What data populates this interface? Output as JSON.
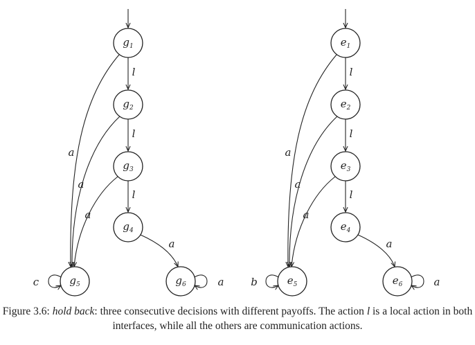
{
  "diagrams": [
    {
      "nodes": [
        {
          "id": "g1",
          "base": "g",
          "sub": "1"
        },
        {
          "id": "g2",
          "base": "g",
          "sub": "2"
        },
        {
          "id": "g3",
          "base": "g",
          "sub": "3"
        },
        {
          "id": "g4",
          "base": "g",
          "sub": "4"
        },
        {
          "id": "g5",
          "base": "g",
          "sub": "5"
        },
        {
          "id": "g6",
          "base": "g",
          "sub": "6"
        }
      ],
      "edges": [
        {
          "from": "g1",
          "to": "g2",
          "label": "l"
        },
        {
          "from": "g2",
          "to": "g3",
          "label": "l"
        },
        {
          "from": "g3",
          "to": "g4",
          "label": "l"
        },
        {
          "from": "g1",
          "to": "g5",
          "label": "a"
        },
        {
          "from": "g2",
          "to": "g5",
          "label": "a"
        },
        {
          "from": "g3",
          "to": "g5",
          "label": "a"
        },
        {
          "from": "g4",
          "to": "g6",
          "label": "a"
        },
        {
          "from": "g5",
          "to": "g5",
          "label": "c"
        },
        {
          "from": "g6",
          "to": "g6",
          "label": "a"
        }
      ],
      "initial": "g1"
    },
    {
      "nodes": [
        {
          "id": "e1",
          "base": "e",
          "sub": "1"
        },
        {
          "id": "e2",
          "base": "e",
          "sub": "2"
        },
        {
          "id": "e3",
          "base": "e",
          "sub": "3"
        },
        {
          "id": "e4",
          "base": "e",
          "sub": "4"
        },
        {
          "id": "e5",
          "base": "e",
          "sub": "5"
        },
        {
          "id": "e6",
          "base": "e",
          "sub": "6"
        }
      ],
      "edges": [
        {
          "from": "e1",
          "to": "e2",
          "label": "l"
        },
        {
          "from": "e2",
          "to": "e3",
          "label": "l"
        },
        {
          "from": "e3",
          "to": "e4",
          "label": "l"
        },
        {
          "from": "e1",
          "to": "e5",
          "label": "a"
        },
        {
          "from": "e2",
          "to": "e5",
          "label": "a"
        },
        {
          "from": "e3",
          "to": "e5",
          "label": "a"
        },
        {
          "from": "e4",
          "to": "e6",
          "label": "a"
        },
        {
          "from": "e5",
          "to": "e5",
          "label": "b"
        },
        {
          "from": "e6",
          "to": "e6",
          "label": "a"
        }
      ],
      "initial": "e1"
    }
  ],
  "caption": {
    "prefix": "Figure 3.6: ",
    "term": "hold back",
    "text_1": ": three consecutive decisions with different payoffs. The action ",
    "action": "l",
    "text_2": " is a local action in both interfaces, while all the others are communication actions."
  }
}
